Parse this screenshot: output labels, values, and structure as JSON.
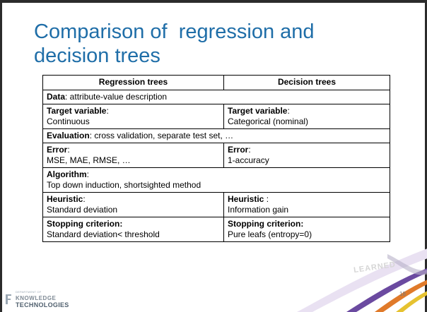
{
  "slide": {
    "title_line1": "Comparison of  regression and",
    "title_line2": "decision trees",
    "page_number": "18",
    "watermark": "LEARNED",
    "logo": {
      "small": "DEPARTMENT OF",
      "line1": "KNOWLEDGE",
      "line2": "TECHNOLOGIES"
    }
  },
  "table": {
    "headers": [
      "Regression trees",
      "Decision trees"
    ],
    "rows": [
      {
        "label": "Data",
        "text": ": attribute-value description"
      },
      {
        "left_label": "Target variable",
        "left_sep": ":",
        "left_value": "Continuous",
        "right_label": "Target variable",
        "right_sep": ":",
        "right_value": "Categorical (nominal)"
      },
      {
        "label": "Evaluation",
        "text": ": cross validation, separate test set, …"
      },
      {
        "left_label": "Error",
        "left_sep": ":",
        "left_value": "MSE, MAE, RMSE, …",
        "right_label": "Error",
        "right_sep": ":",
        "right_value": "1-accuracy"
      },
      {
        "label": "Algorithm",
        "text": ":",
        "value": "Top down induction, shortsighted method"
      },
      {
        "left_label": "Heuristic",
        "left_sep": ":",
        "left_value": "Standard deviation",
        "right_label": "Heuristic",
        "right_sep": " :",
        "right_value": "Information gain"
      },
      {
        "left_label": "Stopping criterion:",
        "left_sep": "",
        "left_value": "Standard deviation< threshold",
        "right_label": "Stopping criterion:",
        "right_sep": "",
        "right_value": "Pure leafs (entropy=0)"
      }
    ]
  },
  "colors": {
    "title": "#1f6ea8",
    "frame": "#2b2b2b",
    "accent_purple": "#6b4aa0",
    "accent_orange": "#e07a2a",
    "accent_yellow": "#e6c230"
  }
}
